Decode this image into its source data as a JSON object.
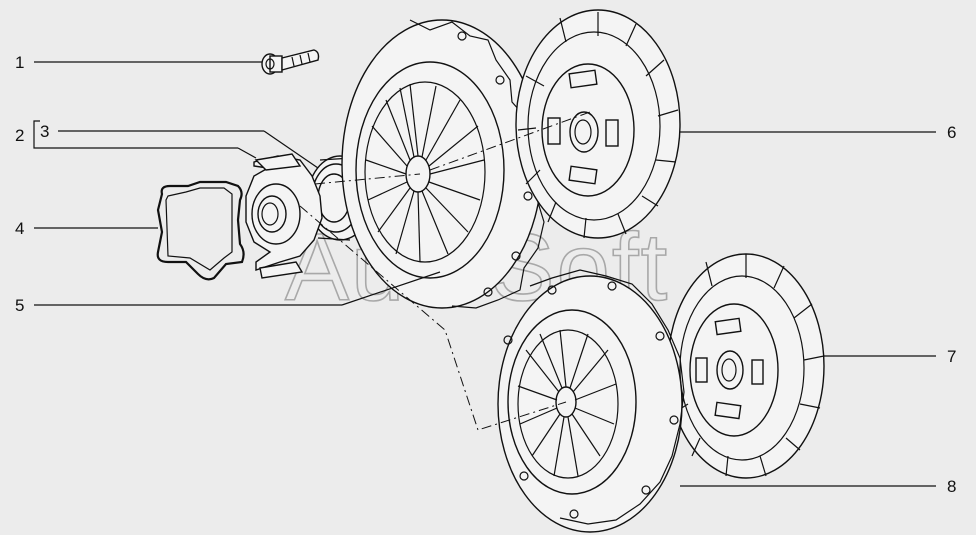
{
  "watermark": "AutoSoft",
  "callouts": [
    {
      "id": "1",
      "label": "1"
    },
    {
      "id": "2",
      "label": "2"
    },
    {
      "id": "3",
      "label": "3"
    },
    {
      "id": "4",
      "label": "4"
    },
    {
      "id": "5",
      "label": "5"
    },
    {
      "id": "6",
      "label": "6"
    },
    {
      "id": "7",
      "label": "7"
    },
    {
      "id": "8",
      "label": "8"
    }
  ],
  "parts": [
    {
      "callout": "1",
      "name": "bolt"
    },
    {
      "callout": "2",
      "name": "release-bearing-assembly"
    },
    {
      "callout": "3",
      "name": "release-bearing"
    },
    {
      "callout": "4",
      "name": "retaining-spring-clip"
    },
    {
      "callout": "5",
      "name": "clutch-pressure-plate-upper"
    },
    {
      "callout": "6",
      "name": "clutch-disc-upper"
    },
    {
      "callout": "7",
      "name": "clutch-disc-lower"
    },
    {
      "callout": "8",
      "name": "clutch-pressure-plate-lower"
    }
  ],
  "colors": {
    "background": "#ececec",
    "ink": "#111111",
    "watermark": "#a8a8a8"
  }
}
